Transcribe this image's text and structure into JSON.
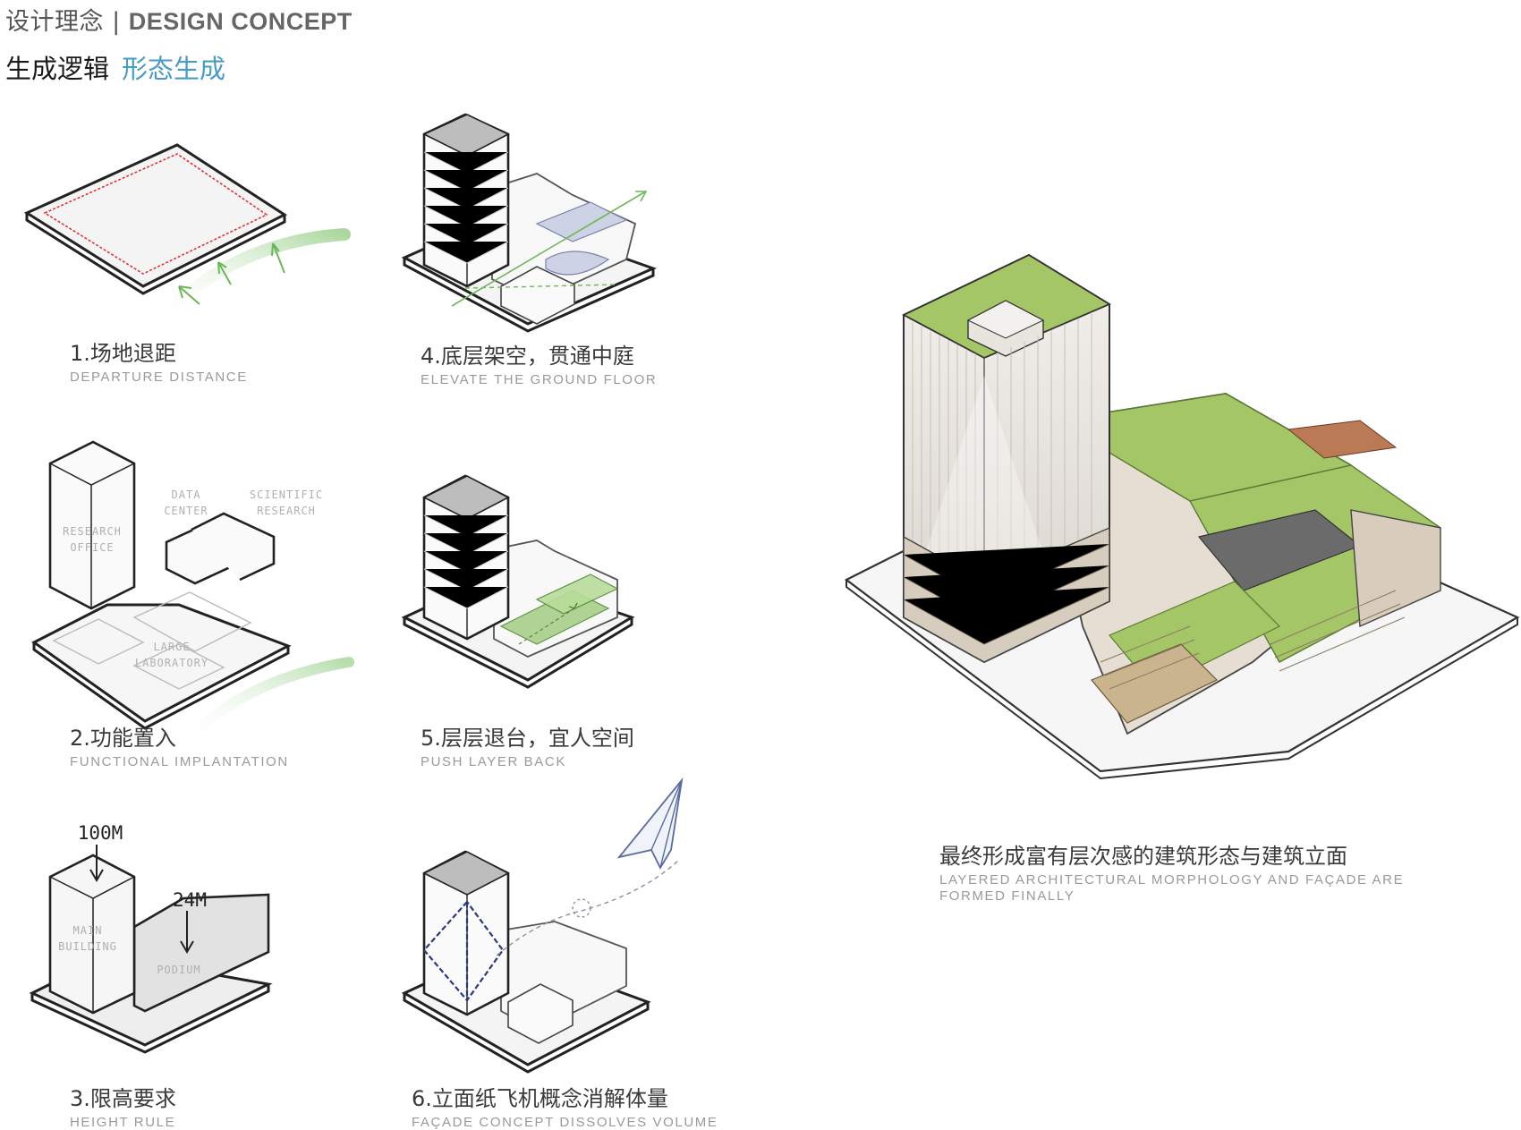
{
  "header": {
    "title_cn": "设计理念 | ",
    "title_en": "DESIGN CONCEPT",
    "subtitle_cn": "生成逻辑",
    "subtitle_highlight": "形态生成"
  },
  "steps": [
    {
      "cn": "1.场地退距",
      "en": "DEPARTURE DISTANCE"
    },
    {
      "cn": "2.功能置入",
      "en": "FUNCTIONAL IMPLANTATION"
    },
    {
      "cn": "3.限高要求",
      "en": "HEIGHT RULE"
    },
    {
      "cn": "4.底层架空，贯通中庭",
      "en": "ELEVATE THE GROUND FLOOR"
    },
    {
      "cn": "5.层层退台，宜人空间",
      "en": "PUSH LAYER BACK"
    },
    {
      "cn": "6.立面纸飞机概念消解体量",
      "en": "FAÇADE CONCEPT DISSOLVES VOLUME"
    }
  ],
  "labels": {
    "research_office": [
      "RESEARCH",
      "OFFICE"
    ],
    "data_center": [
      "DATA",
      "CENTER"
    ],
    "scientific_research": [
      "SCIENTIFIC",
      "RESEARCH"
    ],
    "large_laboratory": [
      "LARGE",
      "LABORATORY"
    ],
    "main_building": [
      "MAIN",
      "BUILDING"
    ],
    "podium": "PODIUM",
    "height_main": "100M",
    "height_podium": "24M"
  },
  "final": {
    "cn": "最终形成富有层次感的建筑形态与建筑立面",
    "en_line1": "LAYERED ARCHITECTURAL MORPHOLOGY AND FAÇADE ARE",
    "en_line2": "FORMED FINALLY"
  },
  "colors": {
    "accent_blue": "#4a9bc4",
    "green_arrow": "#6fb55a",
    "roof_green": "#9cc45a",
    "red_setback": "#d9383a"
  }
}
